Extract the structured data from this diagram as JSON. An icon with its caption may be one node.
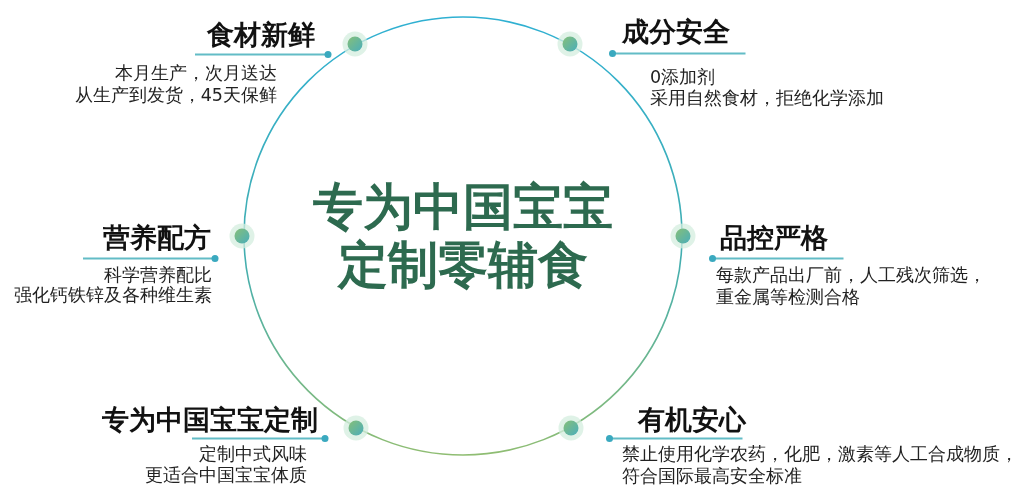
{
  "diagram": {
    "nodes": [
      {
        "text": [
          "专为中国宝宝定制零辅食"
        ]
      }
    ],
    "labels": [
      "食材新鲜",
      "本月生产，次月送达",
      "从生产到发货，45天保鲜",
      "成分安全",
      "0添加剂",
      "采用自然食材，拒绝化学添加",
      "营养配方",
      "科学营养配比",
      "强化钙铁锌及各种维生素",
      "品控严格",
      "每款产品出厂前，人工残次筛选，重金属等检测合格",
      "专为中国宝宝定制",
      "定制中式风味",
      "更适合中国宝宝体质",
      "有机安心",
      "禁止使用化学农药，化肥，激素等人工合成物质，符合国际最高安全标准"
    ]
  }
}
